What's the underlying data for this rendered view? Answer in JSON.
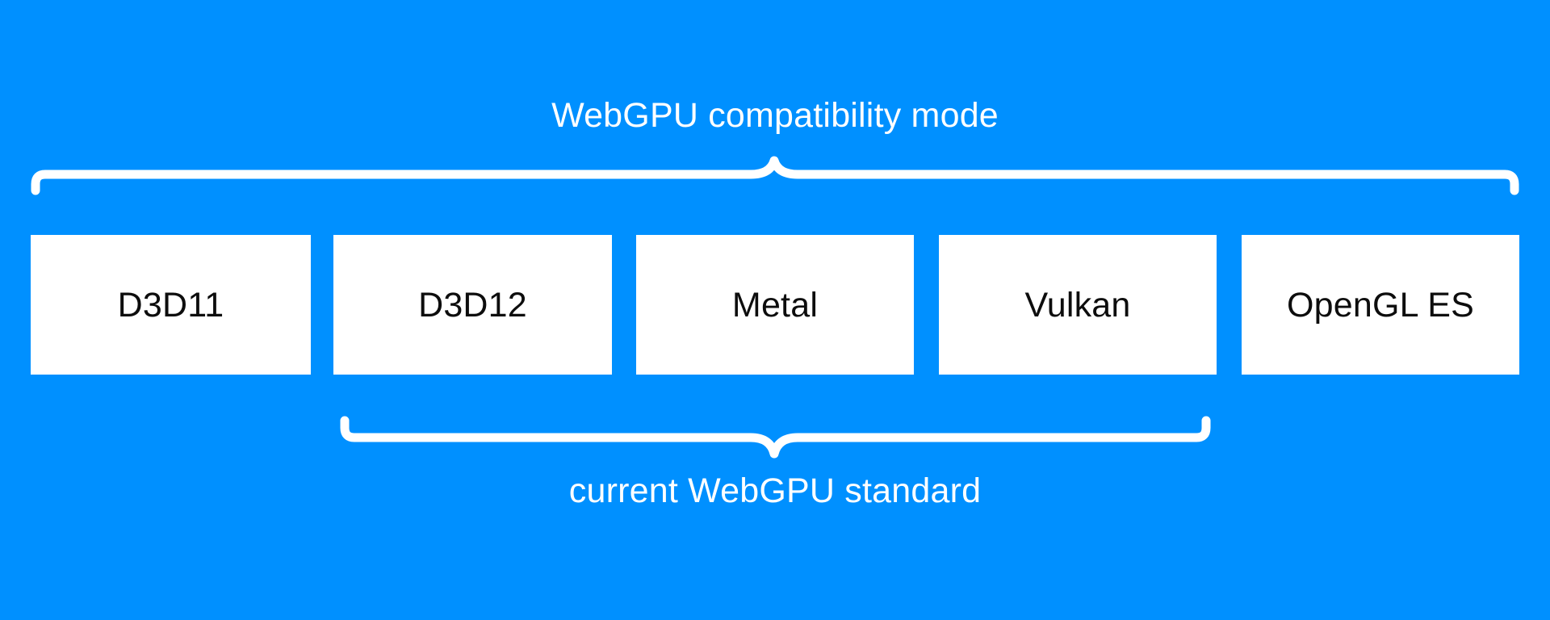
{
  "colors": {
    "background": "#0090ff",
    "box_fill": "#ffffff",
    "box_label": "#0d0d0d",
    "brace": "#ffffff",
    "caption": "#ffffff"
  },
  "top_group": {
    "caption": "WebGPU compatibility mode",
    "spans_boxes": [
      "D3D11",
      "D3D12",
      "Metal",
      "Vulkan",
      "OpenGL ES"
    ]
  },
  "bottom_group": {
    "caption": "current WebGPU standard",
    "spans_boxes": [
      "D3D12",
      "Metal",
      "Vulkan"
    ]
  },
  "boxes": [
    {
      "label": "D3D11"
    },
    {
      "label": "D3D12"
    },
    {
      "label": "Metal"
    },
    {
      "label": "Vulkan"
    },
    {
      "label": "OpenGL ES"
    }
  ]
}
